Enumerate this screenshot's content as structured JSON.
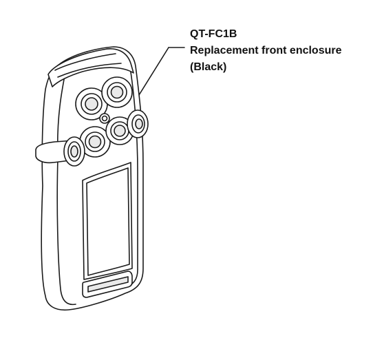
{
  "callout": {
    "part_number": "QT-FC1B",
    "description": "Replacement front enclosure",
    "color_note": "(Black)"
  },
  "colors": {
    "line": "#1a1a1a",
    "fill": "#ffffff",
    "shade": "#e9e9e9"
  }
}
